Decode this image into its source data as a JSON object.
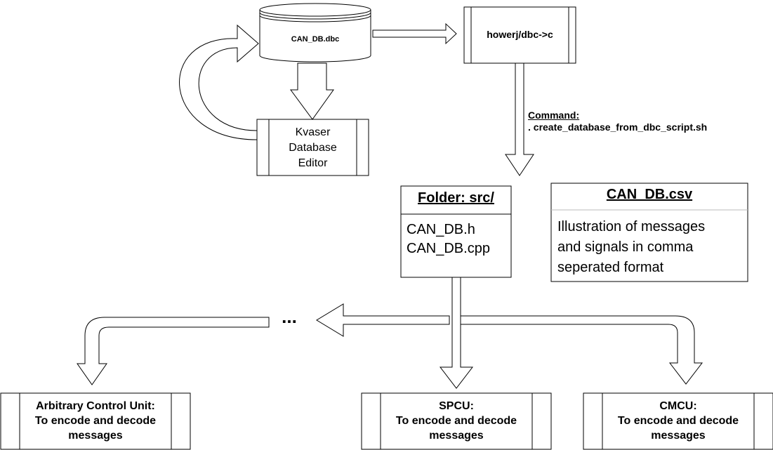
{
  "nodes": {
    "database": {
      "label": "CAN_DB.dbc"
    },
    "converter": {
      "label": "howerj/dbc->c"
    },
    "editor": {
      "lines": [
        "Kvaser",
        "Database",
        "Editor"
      ]
    },
    "command": {
      "title": "Command:",
      "text": ". create_database_from_dbc_script.sh"
    },
    "folder": {
      "title": "Folder: src/",
      "files": [
        "CAN_DB.h",
        "CAN_DB.cpp"
      ]
    },
    "csv": {
      "title": "CAN_DB.csv",
      "description": [
        "Illustration of messages",
        "and signals in comma",
        "seperated format"
      ]
    },
    "ellipsis": {
      "text": "..."
    },
    "arbitrary_unit": {
      "lines": [
        "Arbitrary Control Unit:",
        "To encode and decode",
        "messages"
      ]
    },
    "spcu": {
      "lines": [
        "SPCU:",
        "To encode and decode",
        "messages"
      ]
    },
    "cmcu": {
      "lines": [
        "CMCU:",
        "To encode and decode",
        "messages"
      ]
    }
  },
  "colors": {
    "stroke": "#000000",
    "fill": "#ffffff",
    "divider": "#bbbbbb"
  }
}
